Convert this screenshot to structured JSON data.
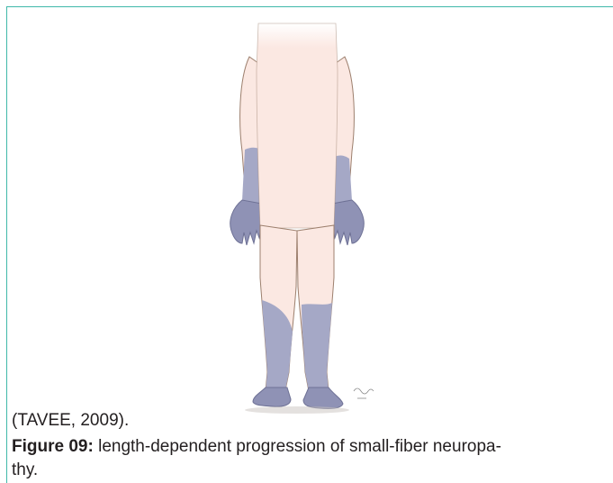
{
  "figure": {
    "label": "Figure 09:",
    "caption": "length-dependent progression of small-fiber neuropa-",
    "caption_continued": "thy.",
    "citation": "(TAVEE, 2009).",
    "colors": {
      "skin": "#fbe8e2",
      "outline": "#9c7f6d",
      "affected": "#a5a8c6",
      "affected_dark": "#7d80a5",
      "frame": "#3fb8a9"
    },
    "icons": [
      "human-body-illustration",
      "artist-signature"
    ]
  }
}
